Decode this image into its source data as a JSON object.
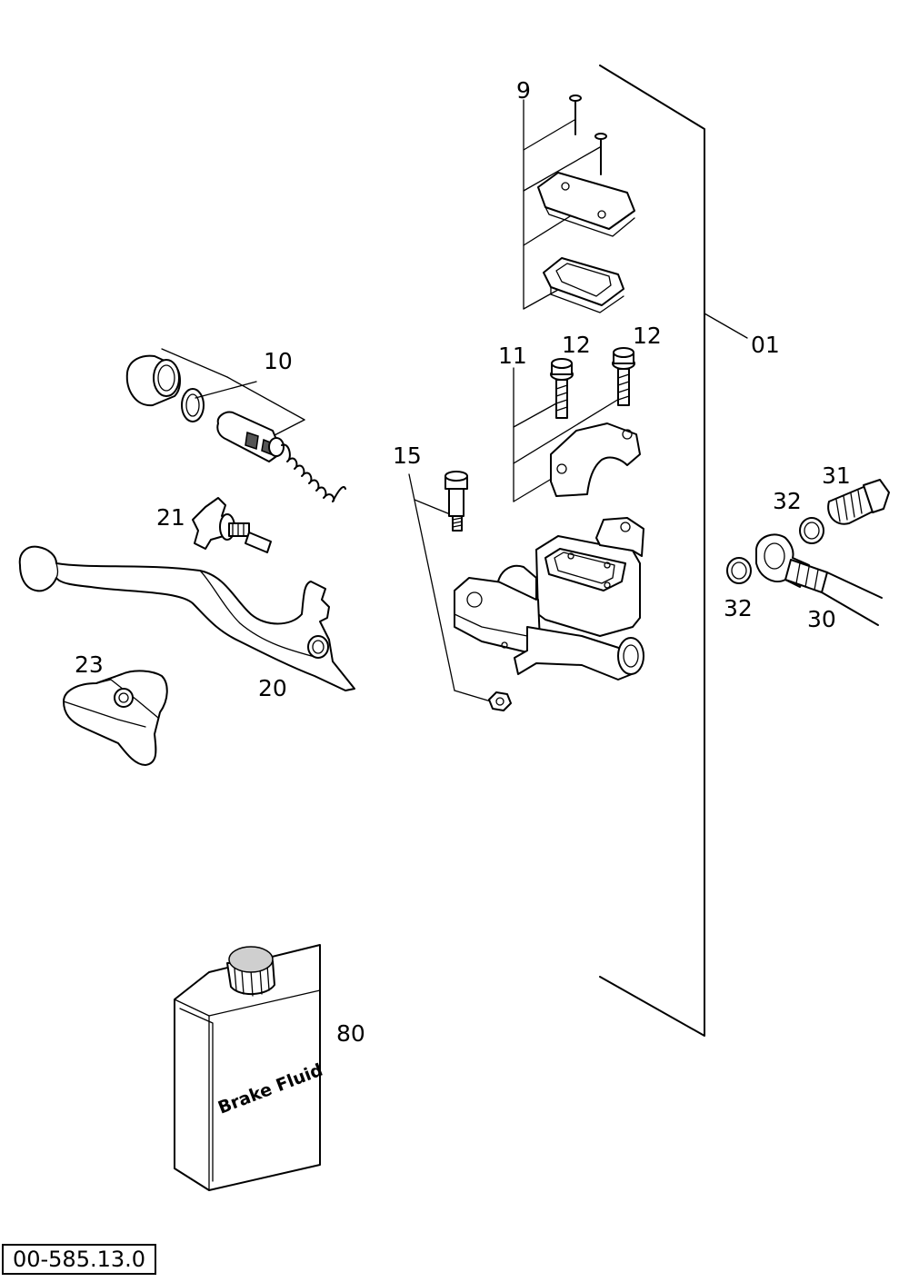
{
  "callouts": {
    "c9": "9",
    "c01": "01",
    "c10": "10",
    "c11": "11",
    "c12a": "12",
    "c12b": "12",
    "c15": "15",
    "c21": "21",
    "c20": "20",
    "c23": "23",
    "c31": "31",
    "c32a": "32",
    "c32b": "32",
    "c30": "30",
    "c80": "80"
  },
  "container_label": "Brake Fluid",
  "drawing_number": "00-585.13.0"
}
